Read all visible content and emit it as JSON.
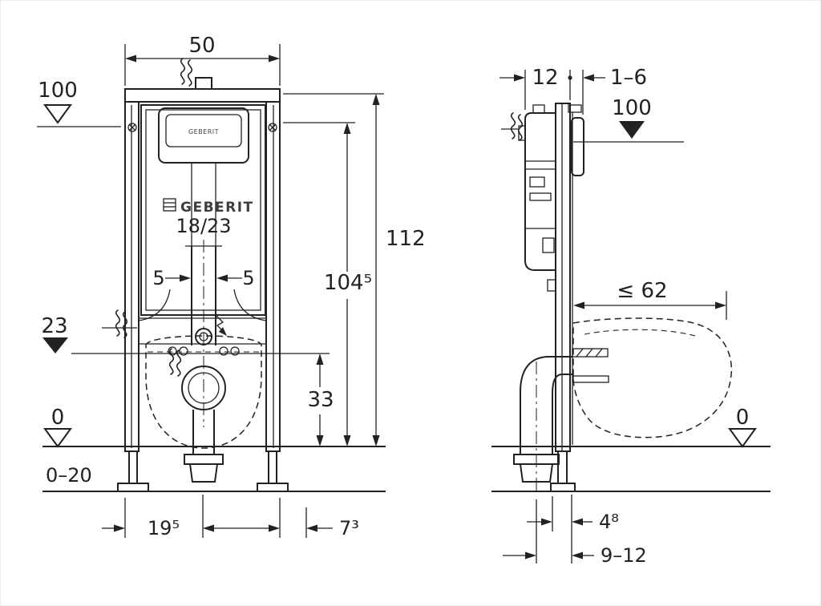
{
  "page": {
    "background": "#ffffff",
    "line_color": "#222222"
  },
  "front_view": {
    "labels": {
      "width_top": "50",
      "level_top": "100",
      "logo": "GEBERIT",
      "plate_logo": "GEBERIT",
      "model": "18/23",
      "offset_left": "5",
      "offset_right": "5",
      "height_total": "112",
      "height_actuator": "104⁵",
      "level_mid": "23",
      "height_drain": "33",
      "level_floor": "0",
      "screed_range": "0–20",
      "dist_left": "19⁵",
      "dist_right": "7³"
    }
  },
  "side_view": {
    "labels": {
      "depth_frame": "12",
      "wall_thickness": "1–6",
      "level_top": "100",
      "bowl_depth_max": "≤ 62",
      "level_floor": "0",
      "dist_pipe_edge": "4⁸",
      "dist_pipe_center": "9–12"
    }
  }
}
